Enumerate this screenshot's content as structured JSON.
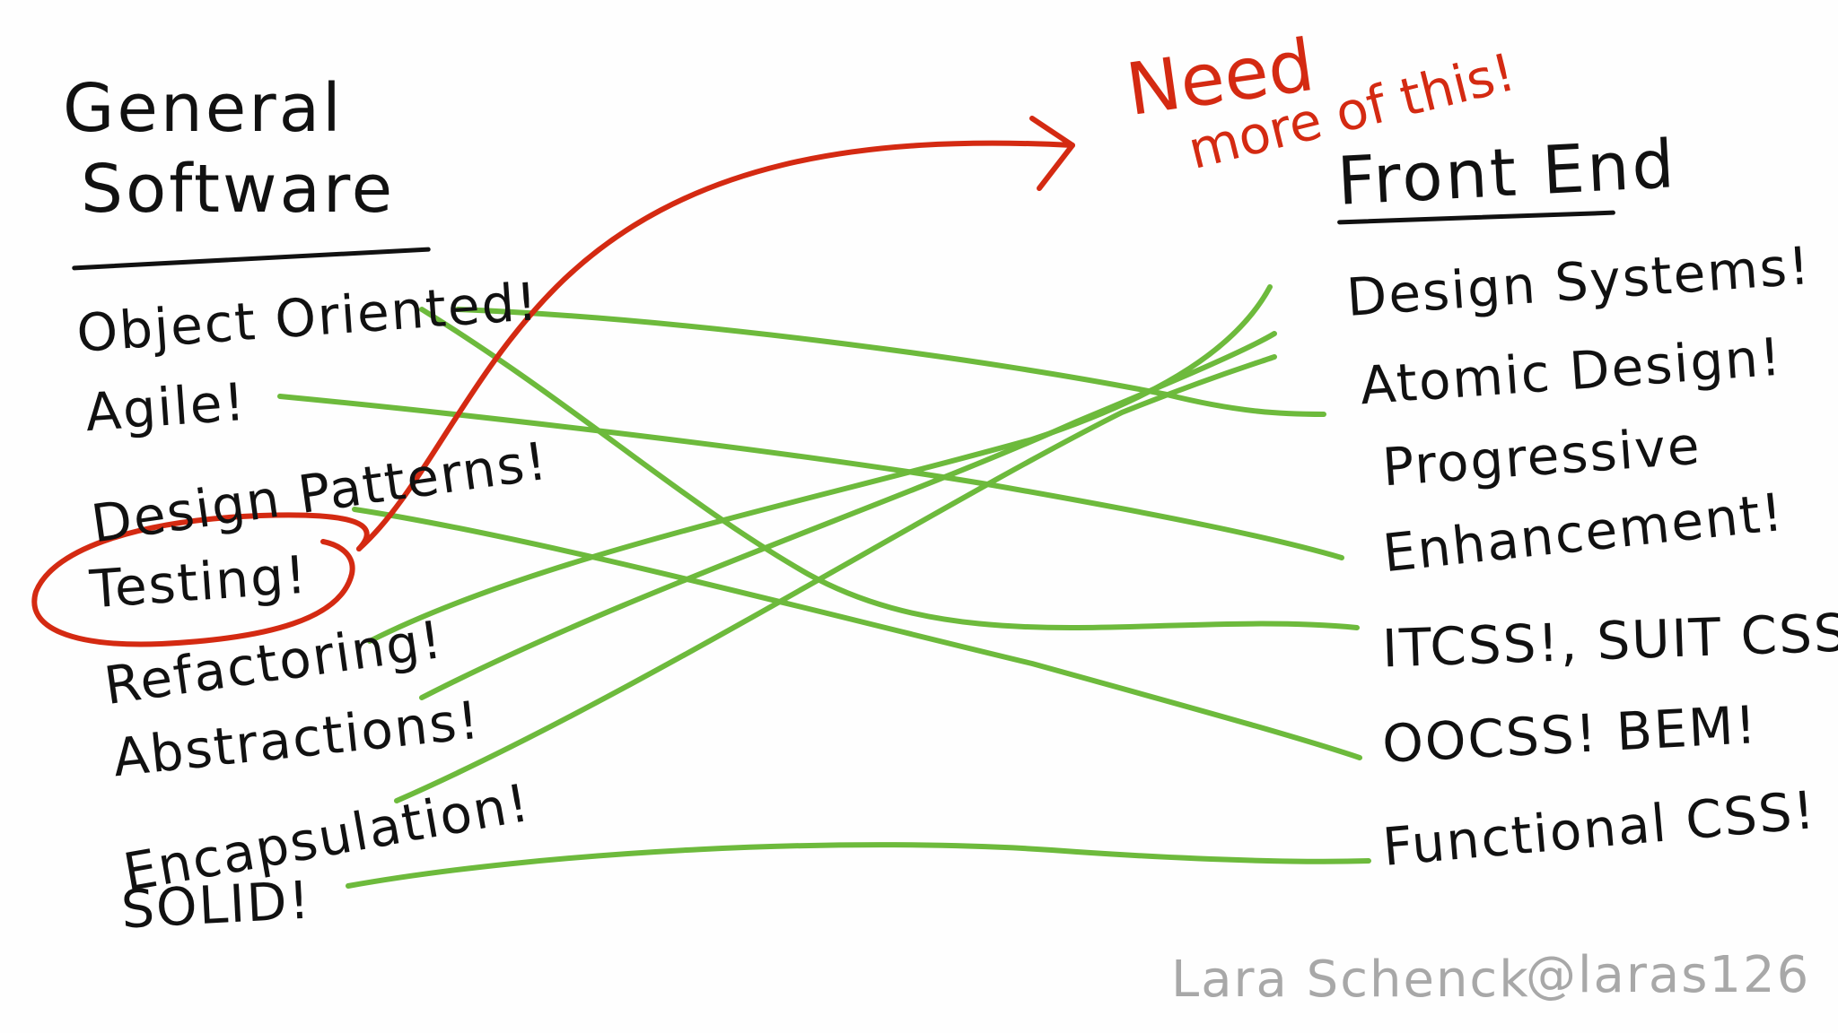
{
  "left_column": {
    "heading_line1": "General",
    "heading_line2": "Software",
    "items": [
      "Object Oriented!",
      "Agile!",
      "Design Patterns!",
      "Testing!",
      "Refactoring!",
      "Abstractions!",
      "Encapsulation!",
      "SOLID!"
    ]
  },
  "right_column": {
    "heading": "Front End",
    "items": [
      "Design Systems!",
      "Atomic Design!",
      "Progressive",
      "Enhancement!",
      "ITCSS!, SUIT CSS!",
      "OOCSS! BEM!",
      "Functional CSS!"
    ]
  },
  "annotation": {
    "line1": "Need",
    "line2": "more of this!"
  },
  "credit": {
    "name": "Lara Schenck",
    "handle": "@laras126"
  },
  "colors": {
    "ink": "#111111",
    "connector": "#6dba3c",
    "highlight": "#d42a12",
    "credit": "#a8a8a8"
  }
}
